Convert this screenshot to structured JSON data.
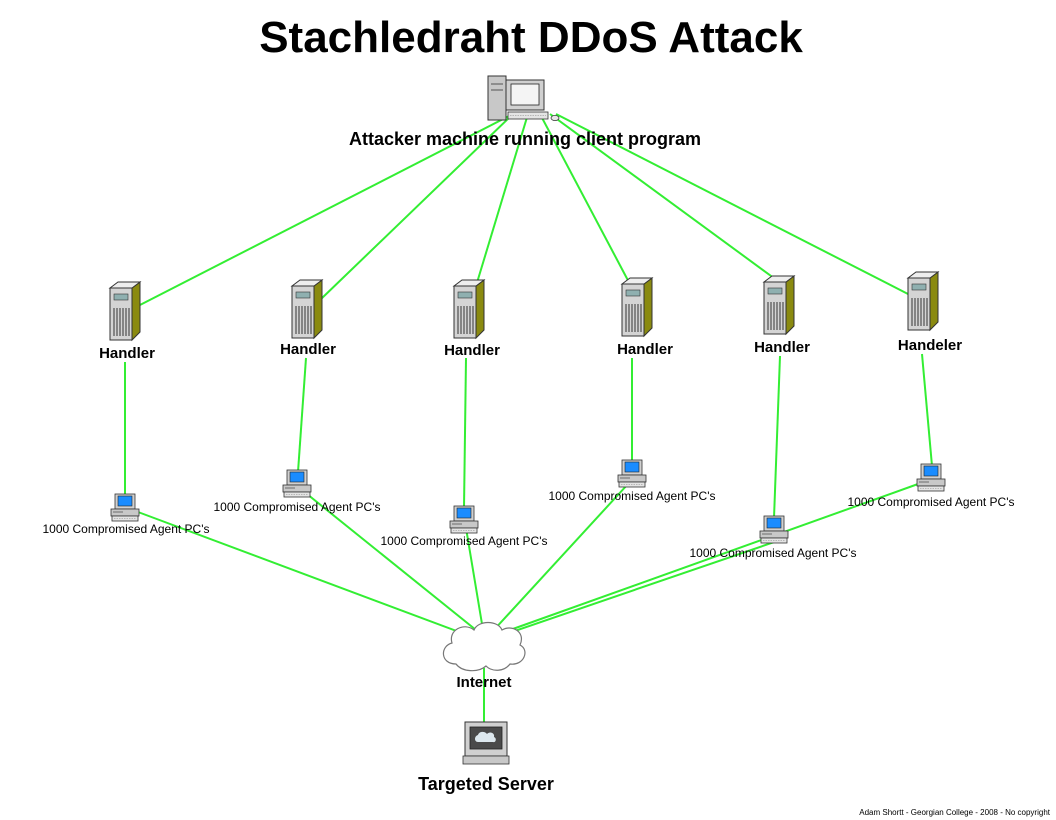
{
  "title": "Stachledraht DDoS Attack",
  "attacker": {
    "label": "Attacker machine running client program",
    "icon": "desktop-computer-icon"
  },
  "handlers": [
    {
      "label": "Handler"
    },
    {
      "label": "Handler"
    },
    {
      "label": "Handler"
    },
    {
      "label": "Handler"
    },
    {
      "label": "Handler"
    },
    {
      "label": "Handeler"
    }
  ],
  "agents": [
    {
      "label": "1000 Compromised Agent PC's"
    },
    {
      "label": "1000 Compromised Agent PC's"
    },
    {
      "label": "1000 Compromised Agent PC's"
    },
    {
      "label": "1000 Compromised Agent PC's"
    },
    {
      "label": "1000 Compromised Agent PC's"
    },
    {
      "label": "1000 Compromised Agent PC's"
    }
  ],
  "internet": {
    "label": "Internet",
    "icon": "cloud-icon"
  },
  "target": {
    "label": "Targeted Server",
    "icon": "monitor-icon"
  },
  "credit": "Adam Shortt - Georgian College - 2008 - No copyright",
  "colors": {
    "link": "#33ee33",
    "server_body": "#c8c8c8",
    "server_side": "#8a8a10",
    "screen": "#1a8cff"
  }
}
